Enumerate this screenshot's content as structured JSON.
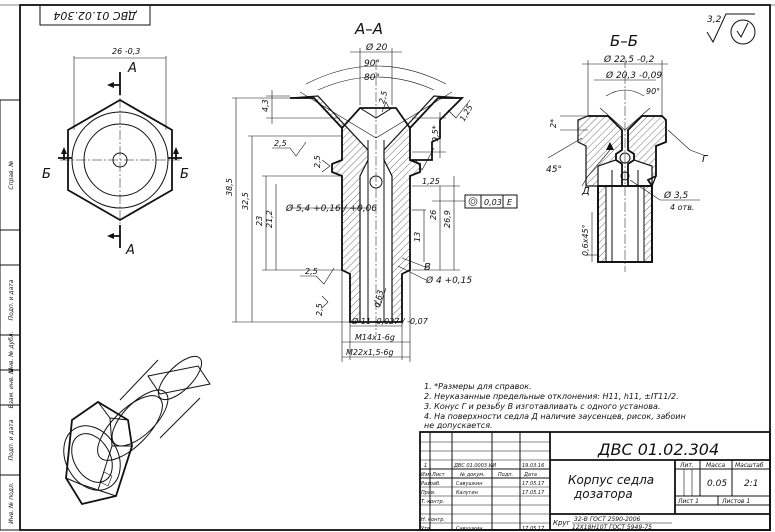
{
  "doc": {
    "code_rotated": "ДВС 01.02.304",
    "roughness": "3,2",
    "section_aa": "А–А",
    "section_bb": "Б–Б"
  },
  "plan": {
    "width_dim": "26 -0,3",
    "cut_a_top": "А",
    "cut_a_bottom": "А",
    "cut_b_left": "Б",
    "cut_b_right": "Б"
  },
  "section_aa": {
    "d20": "Ø 20",
    "ang90": "90°",
    "ang80": "80°",
    "r25_top": "2,5",
    "dim43": "4,3",
    "r125_a": "1,25",
    "dim95": "9,5*",
    "r25_left": "2,5",
    "r25_left2": "2,5",
    "r125_b": "1,25",
    "dim385": "38,5",
    "dim325": "32,5",
    "dim23": "23",
    "dim212": "21,2",
    "d54": "Ø 5,4 +0,16 / +0,06",
    "tol_value": "0,03",
    "tol_datum": "E",
    "dim26": "26",
    "dim269": "26,9",
    "dim13": "13",
    "mark_b": "В",
    "d4": "Ø 4 +0,15",
    "r25_low": "2,5",
    "r25_low2": "2,5",
    "r063": "0,63",
    "d11": "Ø 11 -0,027 / -0,07",
    "thread1": "M14x1-6g",
    "thread2": "M22x1,5-6g"
  },
  "section_bb": {
    "d225": "Ø 22,5 -0,2",
    "d203": "Ø 20,3 -0,09",
    "ang90": "90°",
    "dim2": "2*",
    "ang45": "45°",
    "label_g": "Г",
    "label_d": "Д",
    "d35": "Ø 3,5",
    "holes": "4 отв.",
    "chamfer": "0,6x45°"
  },
  "notes": [
    "1.  *Размеры для справок.",
    "2.  Неуказанные предельные отклонения: H11, h11, ±IT11/2.",
    "3.  Конус Г и резьбу В изготавливать с одного установа.",
    "4.  На поверхности седла Д наличие заусенцев, рисок, забоин",
    "     не допускается."
  ],
  "side_stamps": [
    "Справ. №",
    "Подп. и дата",
    "Инв. № дубл.",
    "Взам. инв. №",
    "Подп. и дата",
    "Инв. № подл."
  ],
  "title_block": {
    "designation": "ДВС 01.02.304",
    "part_name_1": "Корпус седла",
    "part_name_2": "дозатора",
    "col_lit": "Лит.",
    "col_mass": "Масса",
    "col_scale": "Масштаб",
    "mass": "0.05",
    "scale": "2:1",
    "sheet": "Лист 1",
    "sheets": "Листов 1",
    "material_prefix": "Круг",
    "material_1": "32-В ГОСТ 2590-2006",
    "material_2": "12Х18Н10Т ГОСТ 5949-75",
    "rev_num": "1",
    "rev_doc": "ДВС 01.0003 ИИ",
    "rev_date": "19.03.16",
    "head_izm": "Изм.",
    "head_list": "Лист",
    "head_doc": "№ докум.",
    "head_sign": "Подп.",
    "head_date": "Дата",
    "row_razrab": "Разраб.",
    "razrab_name": "Савушкин",
    "razrab_date": "17.05.17",
    "row_prov": "Пров.",
    "prov_name": "Калугин",
    "prov_date": "17.05.17",
    "row_tkontr": "Т. контр.",
    "row_nkontr": "Н. контр.",
    "row_utv": "Утв.",
    "utv_name": "Савушкин",
    "utv_date": "17.05.17"
  }
}
